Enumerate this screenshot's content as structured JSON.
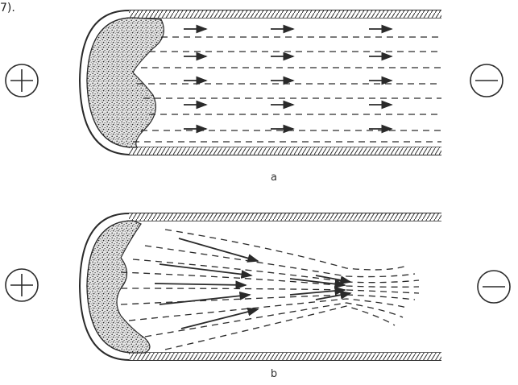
{
  "header": {
    "fragment_text": "7)."
  },
  "panels": [
    {
      "id": "a",
      "label": "a",
      "positive_symbol": "+",
      "negative_symbol": "−"
    },
    {
      "id": "b",
      "label": "b",
      "positive_symbol": "+",
      "negative_symbol": "−"
    }
  ],
  "colors": {
    "ink": "#2a2a2a",
    "stipple": "#444444",
    "background": "#ffffff"
  },
  "icons": [
    "plus-circle-icon",
    "minus-circle-icon"
  ]
}
